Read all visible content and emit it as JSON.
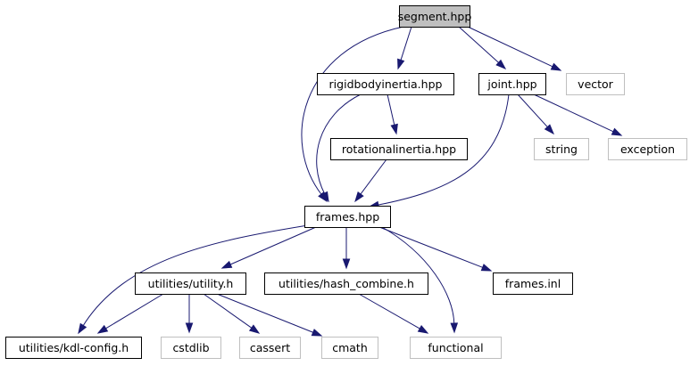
{
  "diagram": {
    "nodes": [
      {
        "id": "segment",
        "label": "segment.hpp",
        "kind": "root"
      },
      {
        "id": "rigidbodyinertia",
        "label": "rigidbodyinertia.hpp",
        "kind": "documented"
      },
      {
        "id": "joint",
        "label": "joint.hpp",
        "kind": "documented"
      },
      {
        "id": "vector",
        "label": "vector",
        "kind": "external"
      },
      {
        "id": "rotationalinertia",
        "label": "rotationalinertia.hpp",
        "kind": "documented"
      },
      {
        "id": "string",
        "label": "string",
        "kind": "external"
      },
      {
        "id": "exception",
        "label": "exception",
        "kind": "external"
      },
      {
        "id": "frames",
        "label": "frames.hpp",
        "kind": "documented"
      },
      {
        "id": "utility",
        "label": "utilities/utility.h",
        "kind": "documented"
      },
      {
        "id": "hash_combine",
        "label": "utilities/hash_combine.h",
        "kind": "documented"
      },
      {
        "id": "frames_inl",
        "label": "frames.inl",
        "kind": "documented"
      },
      {
        "id": "kdl_config",
        "label": "utilities/kdl-config.h",
        "kind": "documented"
      },
      {
        "id": "cstdlib",
        "label": "cstdlib",
        "kind": "external"
      },
      {
        "id": "cassert",
        "label": "cassert",
        "kind": "external"
      },
      {
        "id": "cmath",
        "label": "cmath",
        "kind": "external"
      },
      {
        "id": "functional",
        "label": "functional",
        "kind": "external"
      }
    ],
    "edges": [
      {
        "from": "segment",
        "to": "rigidbodyinertia"
      },
      {
        "from": "segment",
        "to": "joint"
      },
      {
        "from": "segment",
        "to": "vector"
      },
      {
        "from": "segment",
        "to": "frames"
      },
      {
        "from": "rigidbodyinertia",
        "to": "rotationalinertia"
      },
      {
        "from": "rigidbodyinertia",
        "to": "frames"
      },
      {
        "from": "rotationalinertia",
        "to": "frames"
      },
      {
        "from": "joint",
        "to": "string"
      },
      {
        "from": "joint",
        "to": "exception"
      },
      {
        "from": "joint",
        "to": "frames"
      },
      {
        "from": "frames",
        "to": "utility"
      },
      {
        "from": "frames",
        "to": "hash_combine"
      },
      {
        "from": "frames",
        "to": "frames_inl"
      },
      {
        "from": "frames",
        "to": "functional"
      },
      {
        "from": "frames",
        "to": "kdl_config"
      },
      {
        "from": "utility",
        "to": "kdl_config"
      },
      {
        "from": "utility",
        "to": "cstdlib"
      },
      {
        "from": "utility",
        "to": "cassert"
      },
      {
        "from": "utility",
        "to": "cmath"
      },
      {
        "from": "hash_combine",
        "to": "functional"
      }
    ],
    "colors": {
      "edge": "#191970",
      "root_fill": "#bfbfbf",
      "documented_border": "#000000",
      "external_border": "#bfbfbf",
      "external_text": "#404040"
    }
  }
}
